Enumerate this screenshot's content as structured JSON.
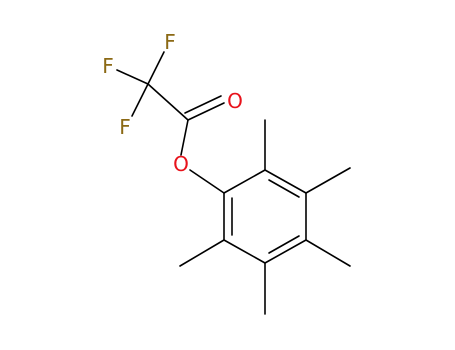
{
  "molecule": {
    "atoms": [
      {
        "id": "F1",
        "symbol": "F",
        "color": "#8B6914"
      },
      {
        "id": "F2",
        "symbol": "F",
        "color": "#8B6914"
      },
      {
        "id": "F3",
        "symbol": "F",
        "color": "#8B6914"
      },
      {
        "id": "O1",
        "symbol": "O",
        "color": "#E8121B"
      },
      {
        "id": "O2",
        "symbol": "O",
        "color": "#E8121B"
      }
    ]
  }
}
